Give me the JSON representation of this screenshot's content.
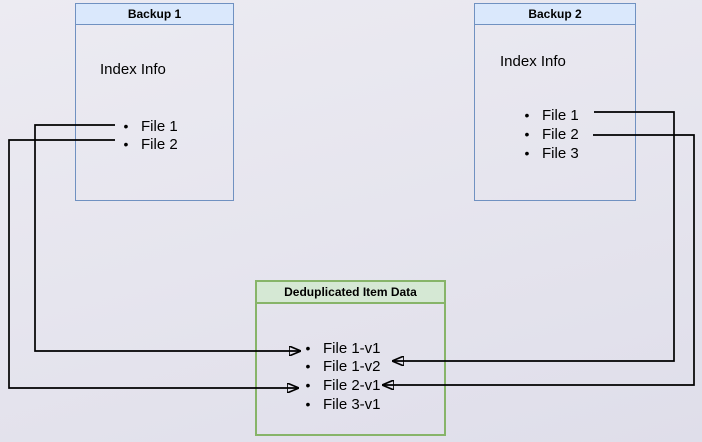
{
  "diagram": {
    "bullet": "•",
    "backup1": {
      "title": "Backup 1",
      "subtitle": "Index Info",
      "items": [
        "File 1",
        "File 2"
      ]
    },
    "backup2": {
      "title": "Backup 2",
      "subtitle": "Index Info",
      "items": [
        "File 1",
        "File 2",
        "File 3"
      ]
    },
    "dedup": {
      "title": "Deduplicated Item Data",
      "items": [
        "File 1-v1",
        "File 1-v2",
        "File 2-v1",
        "File 3-v1"
      ]
    },
    "connections": [
      {
        "from": "Backup 1 / File 1",
        "to": "Deduplicated Item Data / File 1-v1"
      },
      {
        "from": "Backup 1 / File 2",
        "to": "Deduplicated Item Data / File 2-v1"
      },
      {
        "from": "Backup 2 / File 1",
        "to": "Deduplicated Item Data / File 1-v2"
      },
      {
        "from": "Backup 2 / File 2",
        "to": "Deduplicated Item Data / File 2-v1"
      }
    ],
    "colors": {
      "backup_box_fill": "#dae8fc",
      "backup_box_border": "#7091c1",
      "dedup_box_fill": "#d5e8d4",
      "dedup_box_border": "#87b469",
      "connector": "#000000"
    }
  }
}
